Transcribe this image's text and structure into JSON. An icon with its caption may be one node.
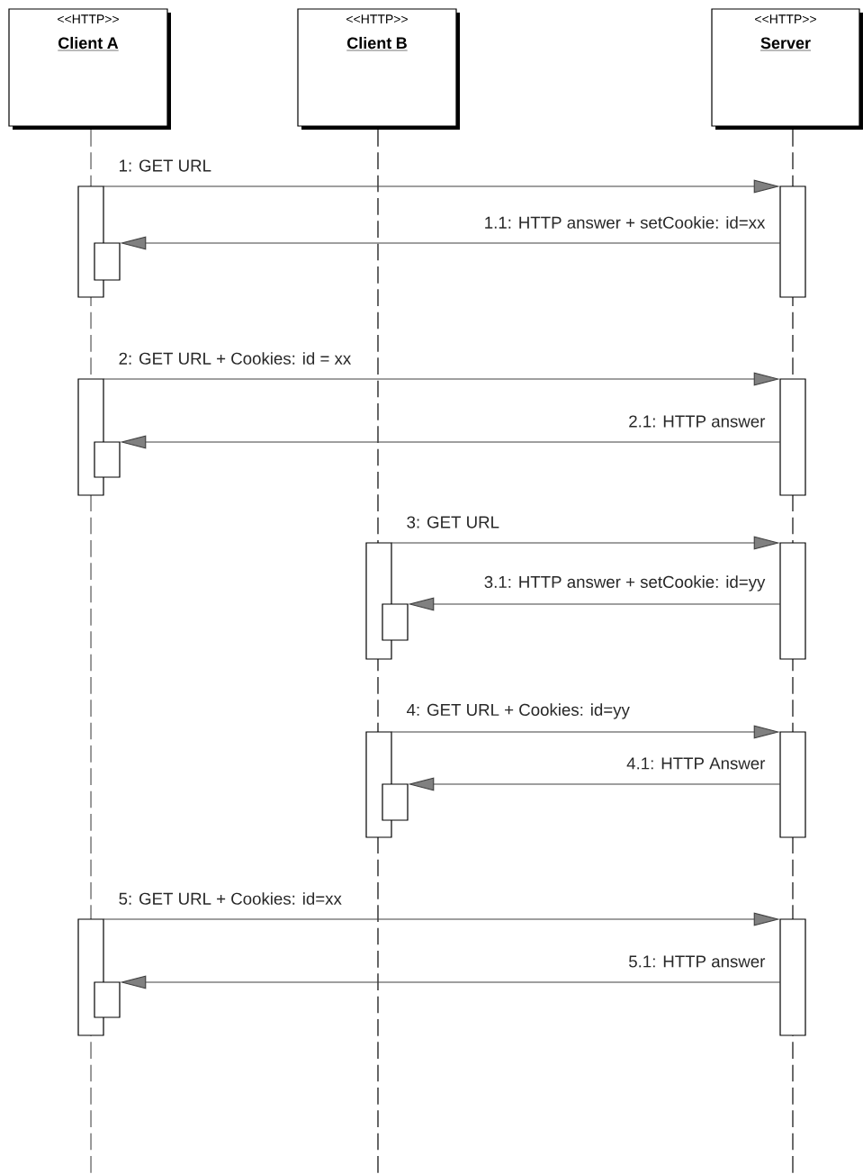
{
  "diagram": {
    "nodes": [
      {
        "text": [
          "<<HTTP>>",
          "Client A"
        ]
      },
      {
        "text": [
          "<<HTTP>>",
          "Client B"
        ]
      },
      {
        "text": [
          "<<HTTP>>",
          "Server"
        ]
      },
      {
        "text": [],
        "shape": "bar"
      },
      {
        "text": [],
        "shape": "bar"
      },
      {
        "text": [],
        "shape": "bar"
      },
      {
        "text": [],
        "shape": "bar"
      },
      {
        "text": [],
        "shape": "bar"
      },
      {
        "text": [],
        "shape": "bar"
      },
      {
        "text": [],
        "shape": "bar"
      },
      {
        "text": [],
        "shape": "bar"
      },
      {
        "text": [],
        "shape": "bar"
      },
      {
        "text": [],
        "shape": "bar"
      },
      {
        "text": [],
        "shape": "bar"
      },
      {
        "text": [],
        "shape": "bar"
      },
      {
        "text": [],
        "shape": "bar"
      },
      {
        "text": [],
        "shape": "bar"
      },
      {
        "text": [],
        "shape": "bar"
      }
    ],
    "edges": [
      {
        "from": 3,
        "to": 5,
        "arrow": "to",
        "label": "1: GET URL"
      },
      {
        "from": 5,
        "to": 4,
        "arrow": "to",
        "label": "1.1: HTTP answer + setCookie: id=xx"
      },
      {
        "from": 6,
        "to": 8,
        "arrow": "to",
        "label": "2: GET URL + Cookies: id = xx"
      },
      {
        "from": 8,
        "to": 7,
        "arrow": "to",
        "label": "2.1: HTTP answer"
      },
      {
        "from": 9,
        "to": 11,
        "arrow": "to",
        "label": "3: GET URL"
      },
      {
        "from": 11,
        "to": 10,
        "arrow": "to",
        "label": "3.1: HTTP answer + setCookie: id=yy"
      },
      {
        "from": 12,
        "to": 14,
        "arrow": "to",
        "label": "4: GET URL + Cookies: id=yy"
      },
      {
        "from": 14,
        "to": 13,
        "arrow": "to",
        "label": "4.1: HTTP Answer"
      },
      {
        "from": 15,
        "to": 17,
        "arrow": "to",
        "label": "5: GET URL + Cookies: id=xx"
      },
      {
        "from": 17,
        "to": 16,
        "arrow": "to",
        "label": "5.1: HTTP answer"
      }
    ]
  }
}
